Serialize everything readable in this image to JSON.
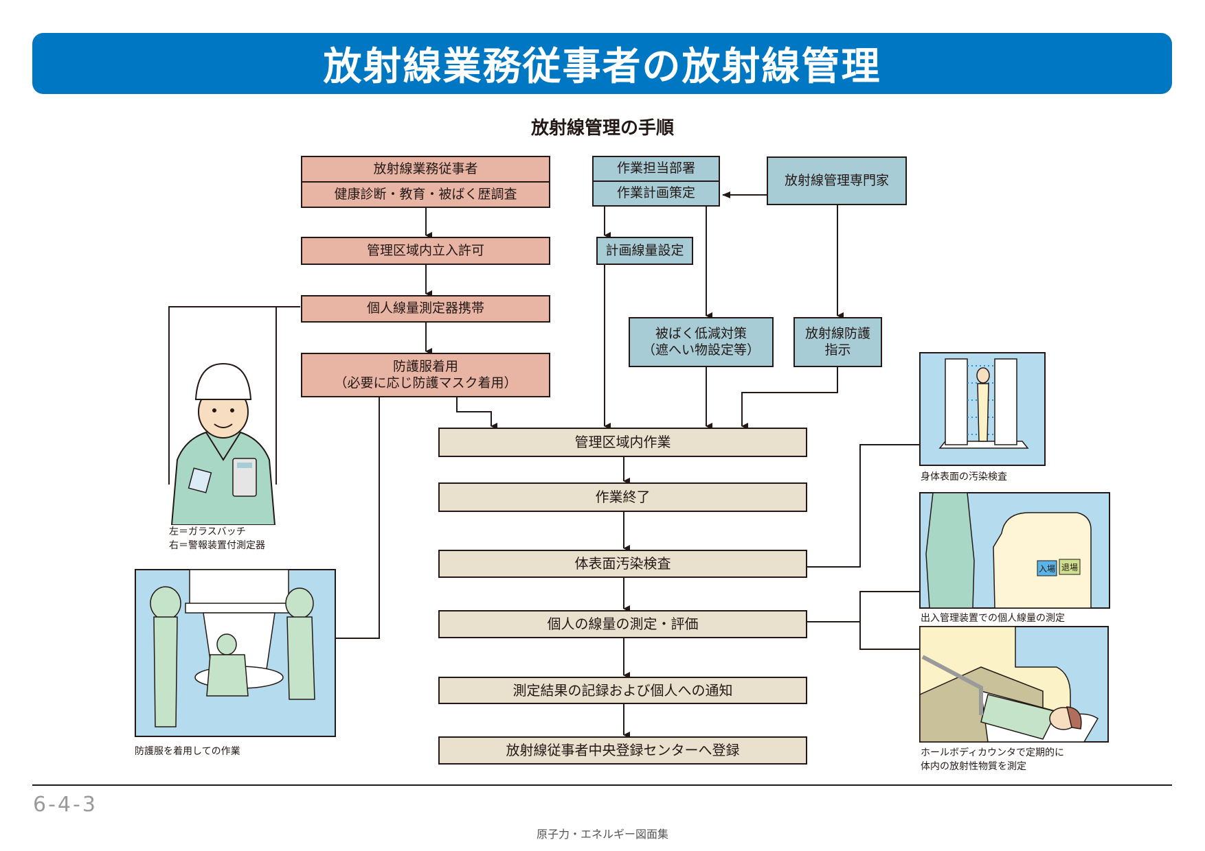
{
  "header": {
    "title": "放射線業務従事者の放射線管理",
    "subtitle": "放射線管理の手順",
    "accent_color": "#0077C2"
  },
  "flow": {
    "worker_box": {
      "title": "放射線業務従事者",
      "detail": "健康診断・教育・被ばく歴調査"
    },
    "left_steps": [
      {
        "label": "管理区域内立入許可"
      },
      {
        "label": "個人線量測定器携帯"
      },
      {
        "label": "防護服着用",
        "sub": "（必要に応じ防護マスク着用）"
      }
    ],
    "dept_box": {
      "title": "作業担当部署",
      "detail": "作業計画策定"
    },
    "expert_box": {
      "label": "放射線管理専門家"
    },
    "planned_dose": {
      "label": "計画線量設定"
    },
    "exposure_reduction": {
      "label": "被ばく低減対策",
      "sub": "（遮へい物設定等）"
    },
    "protection_instruction": {
      "label": "放射線防護",
      "sub": "指示"
    },
    "main_steps": [
      {
        "label": "管理区域内作業"
      },
      {
        "label": "作業終了"
      },
      {
        "label": "体表面汚染検査"
      },
      {
        "label": "個人の線量の測定・評価"
      },
      {
        "label": "測定結果の記録および個人への通知"
      },
      {
        "label": "放射線従事者中央登録センターへ登録"
      }
    ],
    "colors": {
      "worker_steps": "#E8B5A5",
      "planning_steps": "#A7CCD6",
      "main_steps": "#E9E1CE"
    }
  },
  "illustrations": {
    "worker_dosimeter": {
      "icon": "worker-with-dosimeters",
      "caption_line1": "左＝ガラスバッチ",
      "caption_line2": "右＝警報装置付測定器"
    },
    "protective_work": {
      "icon": "workers-in-protective-suits",
      "caption": "防護服を着用しての作業"
    },
    "surface_check": {
      "icon": "body-surface-monitor",
      "caption": "身体表面の汚染検査"
    },
    "gate_measure": {
      "icon": "entry-exit-control-device",
      "caption": "出入管理装置での個人線量の測定",
      "sign_enter": "入場",
      "sign_exit": "退場"
    },
    "whole_body": {
      "icon": "whole-body-counter",
      "caption_line1": "ホールボディカウンタで定期的に",
      "caption_line2": "体内の放射性物質を測定"
    }
  },
  "footer": {
    "page_number": "6-4-3",
    "publication": "原子力・エネルギー図面集"
  }
}
